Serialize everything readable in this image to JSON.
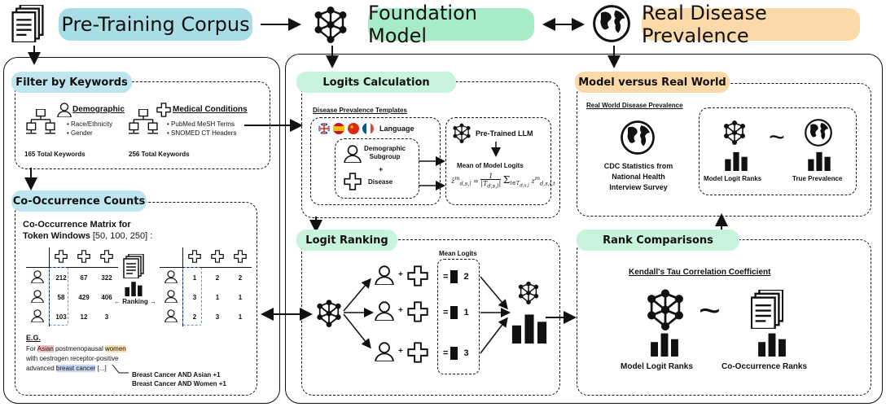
{
  "top": {
    "corpus": "Pre-Training Corpus",
    "model": "Foundation Model",
    "prevalence": "Real Disease Prevalence"
  },
  "filter": {
    "title": "Filter by Keywords",
    "demo_title": "Demographic",
    "demo_items": [
      "Race/Ethnicity",
      "Gender"
    ],
    "demo_count": "165 Total Keywords",
    "med_title": "Medical Conditions",
    "med_items": [
      "PubMed MeSH Terms",
      "SNOMED CT Headers"
    ],
    "med_count": "256 Total Keywords"
  },
  "cooc": {
    "title": "Co-Occurrence Counts",
    "heading_line1": "Co-Occurrence Matrix for",
    "heading_line2": "Token Windows",
    "windows": "[50, 100, 250] :",
    "left_matrix": [
      [
        "212",
        "67",
        "322"
      ],
      [
        "58",
        "429",
        "406"
      ],
      [
        "103",
        "12",
        "3"
      ]
    ],
    "right_matrix": [
      [
        "1",
        "2",
        "2"
      ],
      [
        "3",
        "1",
        "1"
      ],
      [
        "2",
        "3",
        "1"
      ]
    ],
    "ranking_label": "Ranking",
    "eg_label": "E.G.",
    "example_text": {
      "p1": "For ",
      "asian": "Asian",
      "p2": " postmenopausal ",
      "women": "women",
      "p3": "with oestrogen receptor-positive",
      "p4": "advanced ",
      "bc": "breast cancer",
      "p5": " [...]"
    },
    "result1": "Breast Cancer AND Asian +1",
    "result2": "Breast Cancer AND Women +1"
  },
  "logits": {
    "title": "Logits Calculation",
    "templates": "Disease Prevalence Templates",
    "language": "Language",
    "demo_sub": [
      "Demographic",
      "Subgroup"
    ],
    "plus": "+",
    "disease": "Disease",
    "pretrained": "Pre-Trained LLM",
    "mean": "Mean of Model Logits"
  },
  "ranking": {
    "title": "Logit Ranking",
    "mean_logits": "Mean Logits",
    "ranks": [
      "2",
      "1",
      "3"
    ],
    "eq": "="
  },
  "real": {
    "title": "Model versus Real World",
    "subtitle": "Real World Disease Prevalence",
    "cdc": [
      "CDC Statistics from",
      "National Health",
      "Interview Survey"
    ],
    "model_ranks": "Model Logit Ranks",
    "true_prev": "True Prevalence",
    "tilde": "~"
  },
  "rank_comp": {
    "title": "Rank Comparisons",
    "kendall": "Kendall's Tau Correlation Coefficient",
    "model_ranks": "Model Logit Ranks",
    "cooc_ranks": "Co-Occurrence Ranks",
    "tilde": "~"
  },
  "colors": {
    "blue": "#a8dde6",
    "green": "#a7ecc7",
    "peach": "#fbd9a8",
    "green_light": "#c8f3dc",
    "blue_light": "#bfe6ee"
  }
}
